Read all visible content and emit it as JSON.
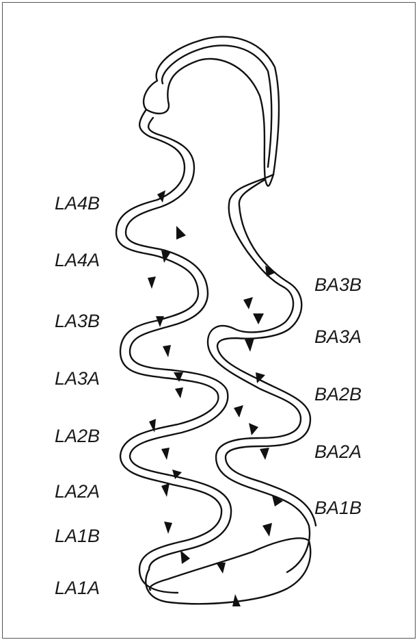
{
  "left_labels": [
    "LA4B",
    "LA4A",
    "LA3B",
    "LA3A",
    "LA2B",
    "LA2A",
    "LA1B",
    "LA1A"
  ],
  "right_labels": [
    "BA3B",
    "BA3A",
    "BA2B",
    "BA2A",
    "BA1B"
  ],
  "colors": {
    "line": "#111111",
    "text": "#1a1a1a",
    "border": "#555555",
    "background": "#ffffff"
  }
}
